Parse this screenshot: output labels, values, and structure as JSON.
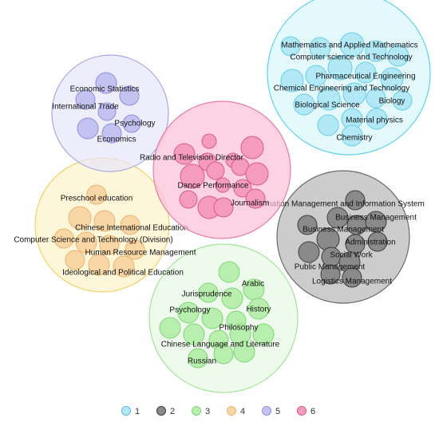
{
  "clusters": [
    {
      "id": "1",
      "fill": "#d7f6fb",
      "stroke": "#5fd3ea",
      "bubble_fill": "#b3e9f6",
      "bubble_stroke": "#67cde7",
      "labels": [
        "Mathematics and Applied Mathematics",
        "Computer science and Technology",
        "Pharmaceutical Engineering",
        "Chemical Engineering and Technology",
        "Biology",
        "Biological Science",
        "Material physics",
        "Chemistry"
      ]
    },
    {
      "id": "2",
      "fill": "#b7b7b7",
      "stroke": "#6a6a6a",
      "bubble_fill": "#8a8a8a",
      "bubble_stroke": "#3e3e3e",
      "labels": [
        "Information Management and Information System",
        "Business Management",
        "Business Management",
        "Administration",
        "Social Work",
        "Public Management",
        "Logistics Management"
      ]
    },
    {
      "id": "3",
      "fill": "#e7f9e4",
      "stroke": "#a3e49a",
      "bubble_fill": "#b8eeae",
      "bubble_stroke": "#7fd677",
      "labels": [
        "Arabic",
        "Jurisprudence",
        "Psychology",
        "History",
        "Philosophy",
        "Chinese Language and Literature",
        "Russian"
      ]
    },
    {
      "id": "4",
      "fill": "#fdf2c9",
      "stroke": "#f0d36a",
      "bubble_fill": "#f9d6a6",
      "bubble_stroke": "#eab36f",
      "labels": [
        "Preschool education",
        "Chinese International Education",
        "Computer Science and Technology (Division)",
        "Human Resource Management",
        "Ideological and Political Education"
      ]
    },
    {
      "id": "5",
      "fill": "#e6e6fa",
      "stroke": "#a8a8e6",
      "bubble_fill": "#c3c3f1",
      "bubble_stroke": "#8f8fdc",
      "labels": [
        "Economic Statistics",
        "International Trade",
        "Psychology",
        "Economics"
      ]
    },
    {
      "id": "6",
      "fill": "#fcc0d9",
      "stroke": "#e87aa6",
      "bubble_fill": "#f59bbd",
      "bubble_stroke": "#d75b8c",
      "labels": [
        "Radio and Television Director",
        "Dance Performance",
        "Journalism"
      ]
    }
  ],
  "legend": [
    {
      "label": "1",
      "fill": "#b3e9f6",
      "stroke": "#5fb8d6"
    },
    {
      "label": "2",
      "fill": "#8a8a8a",
      "stroke": "#3e3e3e"
    },
    {
      "label": "3",
      "fill": "#b8eeae",
      "stroke": "#7fd677"
    },
    {
      "label": "4",
      "fill": "#f9d6a6",
      "stroke": "#eab36f"
    },
    {
      "label": "5",
      "fill": "#c3c3f1",
      "stroke": "#8f8fdc"
    },
    {
      "label": "6",
      "fill": "#f59bbd",
      "stroke": "#d75b8c"
    }
  ]
}
